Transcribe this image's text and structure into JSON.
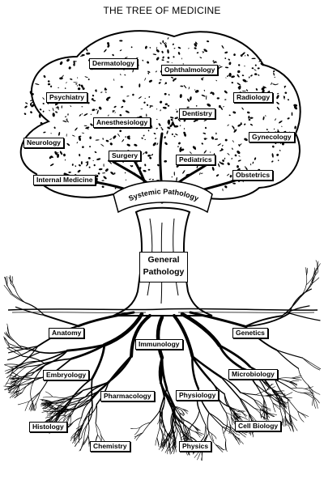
{
  "title": "THE TREE OF MEDICINE",
  "trunk_label": [
    "General",
    "Pathology"
  ],
  "band_label": "Systemic Pathology",
  "branches": [
    "Dermatology",
    "Ophthalmology",
    "Psychiatry",
    "Radiology",
    "Anesthesiology",
    "Dentistry",
    "Neurology",
    "Gynecology",
    "Surgery",
    "Pediatrics",
    "Obstetrics",
    "Internal Medicine"
  ],
  "roots": [
    "Anatomy",
    "Genetics",
    "Immunology",
    "Embryology",
    "Microbiology",
    "Pharmacology",
    "Physiology",
    "Histology",
    "Cell Biology",
    "Chemistry",
    "Physics"
  ]
}
